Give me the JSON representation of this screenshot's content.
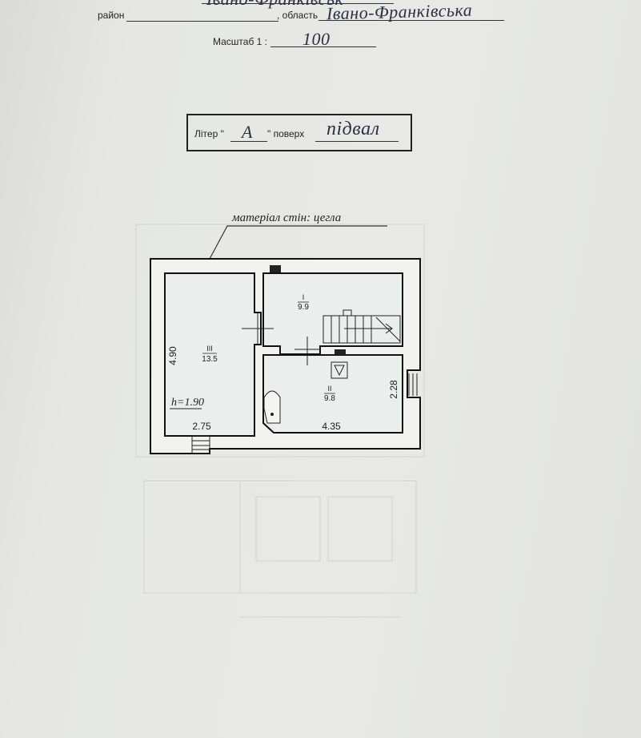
{
  "header": {
    "top_value": "Івано-Франківськ",
    "district_label": "район",
    "region_label": ", область",
    "region_value": "Івано-Франківська",
    "scale_label": "Масштаб 1 :",
    "scale_value": "100"
  },
  "liter_box": {
    "liter_label": "Літер \"",
    "liter_value": "А",
    "floor_label": "\" поверх",
    "floor_value": "підвал"
  },
  "plan": {
    "wall_material": "матеріал стін: цегла",
    "rooms": [
      {
        "number": "I",
        "area": "9.9"
      },
      {
        "number": "II",
        "area": "9.8"
      },
      {
        "number": "III",
        "area": "13.5"
      }
    ],
    "dimensions": {
      "left_height": "4.90",
      "left_width": "2.75",
      "right_width": "4.35",
      "right_height": "2.28"
    },
    "ceiling_height": "h=1.90"
  }
}
